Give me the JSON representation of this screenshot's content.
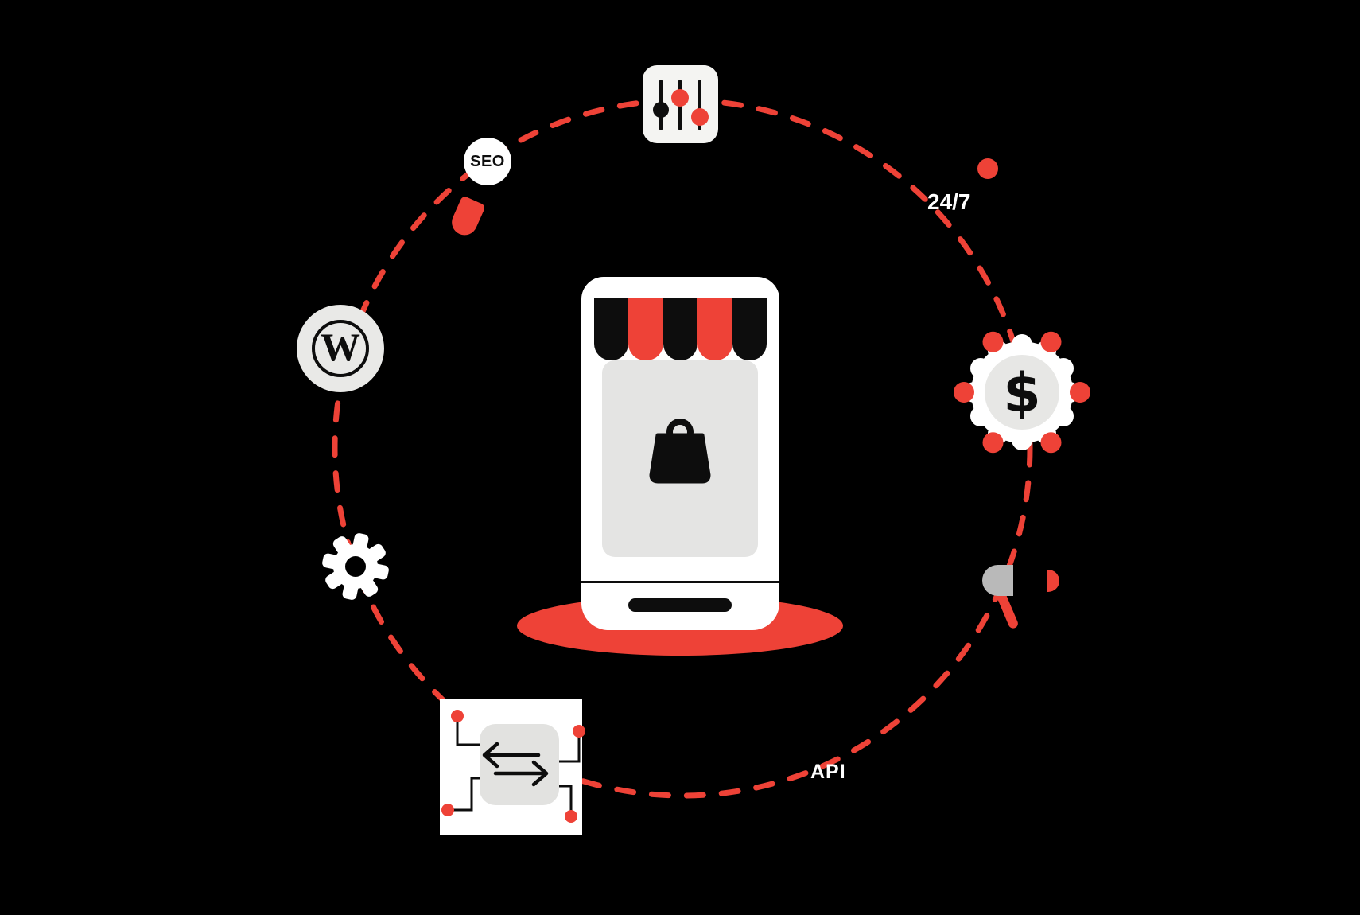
{
  "scene": {
    "bg": "#000000",
    "red": "#ee4237",
    "ink": "#0d0d0d",
    "white": "#ffffff",
    "panel_offwhite": "#f4f4f2",
    "wp_gray": "#e9e9e7",
    "screen_gray": "#e4e4e3",
    "transfer_gray": "#e2e2e0",
    "coin_gray": "#e7e7e5",
    "headset_gray": "#b9b9b9"
  },
  "labels": {
    "seo_badge": "SEO",
    "availability": "24/7",
    "api": "API",
    "currency_symbol": "$",
    "wordpress_initial": "W"
  },
  "icons": {
    "orbit": "dashed-orbit-circle",
    "phone": "storefront-phone",
    "awning": "storefront-awning",
    "shopping_bag": "shopping-bag-icon",
    "sliders": "sliders-icon",
    "seo": "seo-magnifier-badge",
    "wordpress": "wordpress-icon",
    "gear": "gear-icon",
    "data_transfer": "data-transfer-icon",
    "headset": "headset-icon",
    "dollar_coin": "dollar-coin-icon"
  }
}
